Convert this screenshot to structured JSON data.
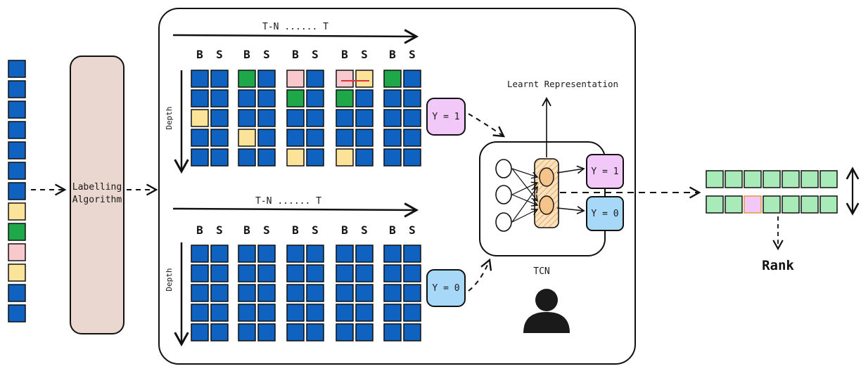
{
  "input_column": [
    "blue",
    "blue",
    "blue",
    "blue",
    "blue",
    "blue",
    "blue",
    "yellow",
    "green",
    "pink",
    "yellow",
    "blue",
    "blue"
  ],
  "labelling_box": {
    "label": "Labelling Algorithm",
    "lines": [
      "Labelling",
      "Algorithm"
    ]
  },
  "top_group": {
    "time_label": "T-N ...... T",
    "depth_label": "Depth",
    "column_headers": [
      "B",
      "S",
      "B",
      "S",
      "B",
      "S",
      "B",
      "S",
      "B",
      "S"
    ],
    "grid": [
      [
        "blue",
        "blue",
        "green",
        "blue",
        "pink",
        "blue",
        "pink",
        "yellow",
        "green",
        "blue"
      ],
      [
        "blue",
        "blue",
        "blue",
        "blue",
        "green",
        "blue",
        "green",
        "blue",
        "blue",
        "blue"
      ],
      [
        "yellow",
        "blue",
        "blue",
        "blue",
        "blue",
        "blue",
        "blue",
        "blue",
        "blue",
        "blue"
      ],
      [
        "blue",
        "blue",
        "yellow",
        "blue",
        "blue",
        "blue",
        "blue",
        "blue",
        "blue",
        "blue"
      ],
      [
        "blue",
        "blue",
        "blue",
        "blue",
        "yellow",
        "blue",
        "yellow",
        "blue",
        "blue",
        "blue"
      ]
    ],
    "label_box": "Y = 1"
  },
  "bottom_group": {
    "time_label": "T-N ...... T",
    "depth_label": "Depth",
    "column_headers": [
      "B",
      "S",
      "B",
      "S",
      "B",
      "S",
      "B",
      "S",
      "B",
      "S"
    ],
    "label_box": "Y = 0"
  },
  "tcn": {
    "caption": "TCN",
    "output_top": "Y = 1",
    "output_bottom": "Y = 0",
    "representation_label": "Learnt Representation"
  },
  "rank": {
    "label": "Rank",
    "row1": [
      "green",
      "green",
      "green",
      "green",
      "green",
      "green",
      "green"
    ],
    "row2": [
      "green",
      "green",
      "pink",
      "green",
      "green",
      "green",
      "green"
    ]
  },
  "colors": {
    "blue": "#1062c0",
    "green": "#1fa84a",
    "yellow": "#fbe49a",
    "pink": "#f8c9cc",
    "light_green": "#a8ebb8",
    "lavender": "#f2c8f8",
    "light_blue": "#a8d8f8",
    "beige": "#ead7cf",
    "orange": "#f5c48a"
  }
}
